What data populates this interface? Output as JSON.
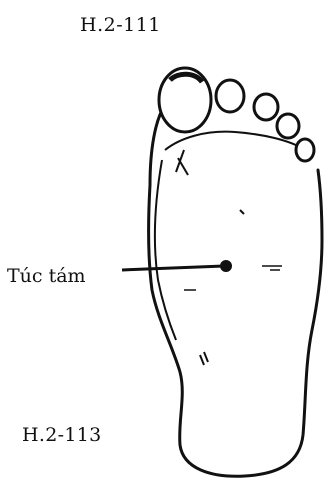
{
  "figure": {
    "top_label": "H.2-111",
    "bottom_label": "H.2-113",
    "point_label": "Túc tám"
  },
  "colors": {
    "ink": "#111111",
    "background": "#ffffff"
  }
}
